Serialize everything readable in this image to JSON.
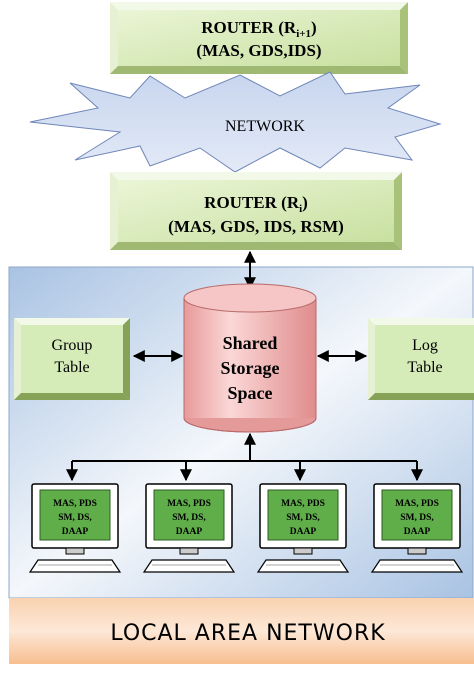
{
  "router_top": {
    "label": "ROUTER (R",
    "subscript": "i+1",
    "close": ")",
    "protocols": "(MAS, GDS,IDS)"
  },
  "network": {
    "label": "NETWORK"
  },
  "router_main": {
    "label": "ROUTER (R",
    "subscript": "i",
    "close": ")",
    "protocols": "(MAS, GDS, IDS, RSM)"
  },
  "storage": {
    "line1": "Shared",
    "line2": "Storage",
    "line3": "Space"
  },
  "group_table": {
    "line1": "Group",
    "line2": "Table"
  },
  "log_table": {
    "line1": "Log",
    "line2": "Table"
  },
  "computers": [
    {
      "line1": "MAS, PDS",
      "line2": "SM, DS,",
      "line3": "DAAP"
    },
    {
      "line1": "MAS, PDS",
      "line2": "SM, DS,",
      "line3": "DAAP"
    },
    {
      "line1": "MAS, PDS",
      "line2": "SM, DS,",
      "line3": "DAAP"
    },
    {
      "line1": "MAS, PDS",
      "line2": "SM, DS,",
      "line3": "DAAP"
    }
  ],
  "lan": {
    "label": "LOCAL AREA NETWORK"
  },
  "colors": {
    "box_green": "#d6e9b6",
    "cylinder_red": "#f0b0b0",
    "lan_orange": "#f7c49a",
    "screen_green": "#5fae4a",
    "area_blue": "#b9cfe8"
  }
}
